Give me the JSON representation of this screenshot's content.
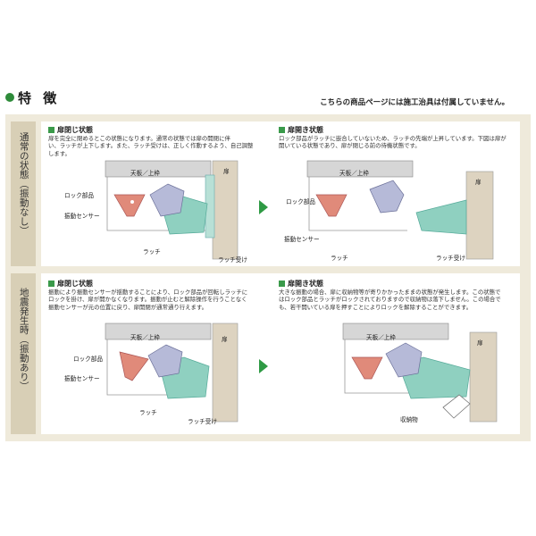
{
  "header": {
    "title": "特 徴",
    "notice": "こちらの商品ページには施工治具は付属していません。"
  },
  "rows": [
    {
      "side_label": "通常の状態（振動なし）",
      "closed": {
        "heading": "扉閉じ状態",
        "lines": [
          "扉を完全に閉めるとこの状態になります。通常の状態では扉の開閉に伴",
          "い、ラッチが上下します。また、ラッチ受けは、正しく作動するよう、自己調整",
          "します。"
        ],
        "labels": {
          "board": "天板／上枠",
          "door": "扉",
          "lock": "ロック部品",
          "sensor": "振動センサー",
          "latch": "ラッチ",
          "latch_receiver": "ラッチ受け"
        }
      },
      "open": {
        "heading": "扉開き状態",
        "lines": [
          "ロック部品がラッチに嵌合していないため、ラッチの先端が上昇しています。下図は扉が",
          "開いている状態であり、扉が閉じる前の待機状態です。"
        ],
        "labels": {
          "board": "天板／上枠",
          "door": "扉",
          "lock": "ロック部品",
          "sensor": "振動センサー",
          "latch": "ラッチ",
          "latch_receiver": "ラッチ受け"
        }
      }
    },
    {
      "side_label": "地震発生時（振動あり）",
      "closed": {
        "heading": "扉閉じ状態",
        "lines": [
          "振動により振動センサーが揺動することにより、ロック部品が回転しラッチに",
          "ロックを掛け、扉が開かなくなります。振動が止むと解除操作を行うことなく",
          "振動センサーが元の位置に戻り、扉開閉が通常通り行えます。"
        ],
        "labels": {
          "board": "天板／上枠",
          "door": "扉",
          "lock": "ロック部品",
          "sensor": "振動センサー",
          "latch": "ラッチ",
          "latch_receiver": "ラッチ受け"
        }
      },
      "open": {
        "heading": "扉開き状態",
        "lines": [
          "大きな振動の場合、扉に収納物等が寄りかかったままの状態が発生します。この状態で",
          "はロック部品とラッチがロックされておりますので収納物は落下しません。この場合で",
          "も、若干開いている扉を押すことによりロックを解除することができます。"
        ],
        "labels": {
          "board": "天板／上枠",
          "door": "扉",
          "item": "収納物"
        }
      }
    }
  ],
  "colors": {
    "accent": "#2e9a44",
    "sensor": "#e08a7a",
    "latch": "#8fd0c0",
    "lock": "#8a8fb8",
    "board": "#d6d6d6",
    "door": "#ddd3c0",
    "frame": "#efeadb",
    "side": "#d8cfb6"
  }
}
